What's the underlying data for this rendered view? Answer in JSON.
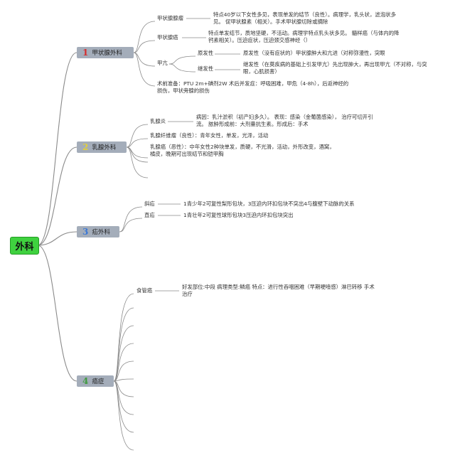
{
  "root": {
    "label": "外科",
    "color": "#3fd13f"
  },
  "branches": [
    {
      "num": "1",
      "label": "甲状腺外科",
      "num_color": "#d42c2c",
      "items": [
        {
          "label": "甲状腺腺瘤",
          "detail": "特点40岁以下女性多见，表现单发的结节（良性）。病理学，乳头状，滤泡状多见。 促甲状腺素（相关）。手术甲状腺切除或摘除"
        },
        {
          "label": "甲状腺癌",
          "detail": "特点单发结节，质地坚硬，不活动。病理学特点乳头状多见。 髓样癌（与体内的降钙素相关）。压迫症状，压迫颈交感神经（）"
        },
        {
          "label": "甲亢",
          "subitems": [
            {
              "label": "原发性",
              "detail": "原发性（没有症状的）甲状腺肿大和亢进（对称弥漫性，突眼"
            },
            {
              "label": "继发性",
              "detail": "继发性（在莫疾病的基础上引发甲亢）先出现肿大，再出现甲亢（不对称，与突眼，心肌损害）"
            }
          ]
        },
        {
          "label": "术前准备：PTU 2m+碘剂2W 术后并发症：呼吸困难，甲危（4-8h），后返神经的损伤，甲状旁腺的损伤"
        }
      ]
    },
    {
      "num": "2",
      "label": "乳腺外科",
      "num_color": "#e2cf3a",
      "items": [
        {
          "label": "乳腺炎",
          "detail": "病因：乳汁淤积（初产妇多久）。 表现：感染（金葡菌感染）， 治疗可切开引流。 脓肿形成前：大剂量抗生素。形成后：手术"
        },
        {
          "label": "乳腺纤维瘤（良性）：青年女性，单发，光泽，活动"
        },
        {
          "label": "乳腺癌（恶性）：中年女性2种块单发，质硬，不光滑，活动，外形改变，酒窝，橘皮，晚期可出现结节和铠甲胸"
        }
      ]
    },
    {
      "num": "3",
      "label": "疝外科",
      "num_color": "#3a78d6",
      "items": [
        {
          "label": "斜疝",
          "detail": "1青少年2可复性梨形包块，3压迫内环扣包块不突出4与腹壁下动脉的关系"
        },
        {
          "label": "直疝",
          "detail": "1青壮年2可复性球形包块3压迫内环扣包块突出"
        }
      ]
    },
    {
      "num": "4",
      "label": "癌症",
      "num_color": "#3f9a3f",
      "items": [
        {
          "label": "食管癌",
          "detail": "好发部位:中段 病理类型:鳞癌 特点：进行性吞咽困难（早期哽噎感）淋巴转移 手术治疗"
        }
      ]
    }
  ]
}
